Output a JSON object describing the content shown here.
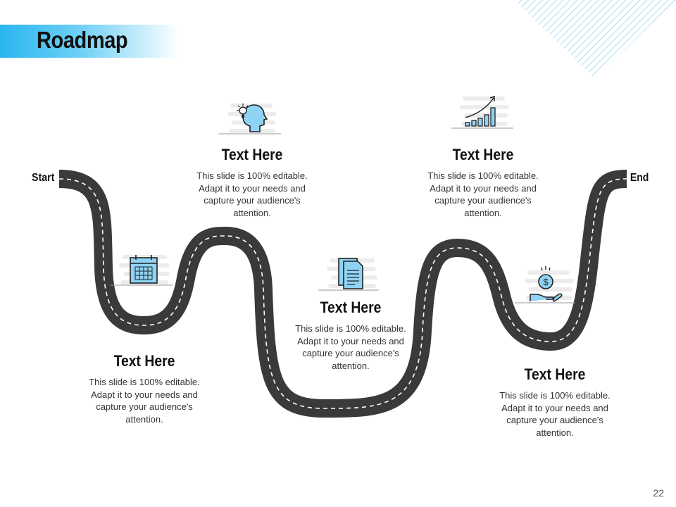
{
  "slide": {
    "title": "Roadmap",
    "page_number": "22",
    "start_label": "Start",
    "end_label": "End",
    "accent_color": "#29b6ef",
    "road_color": "#3a3a3a"
  },
  "steps": [
    {
      "icon": "calendar-icon",
      "title": "Text Here",
      "desc": "This slide is 100% editable. Adapt it to your needs and capture your audience's attention."
    },
    {
      "icon": "idea-head-icon",
      "title": "Text Here",
      "desc": "This slide is 100% editable. Adapt it to your needs and capture your audience's attention."
    },
    {
      "icon": "document-icon",
      "title": "Text Here",
      "desc": "This slide is 100% editable. Adapt it to your needs and capture your audience's attention."
    },
    {
      "icon": "growth-chart-icon",
      "title": "Text Here",
      "desc": "This slide is 100% editable. Adapt it to your needs and capture your audience's attention."
    },
    {
      "icon": "money-hand-icon",
      "title": "Text Here",
      "desc": "This slide is 100% editable. Adapt it to your needs and capture your audience's attention."
    }
  ]
}
